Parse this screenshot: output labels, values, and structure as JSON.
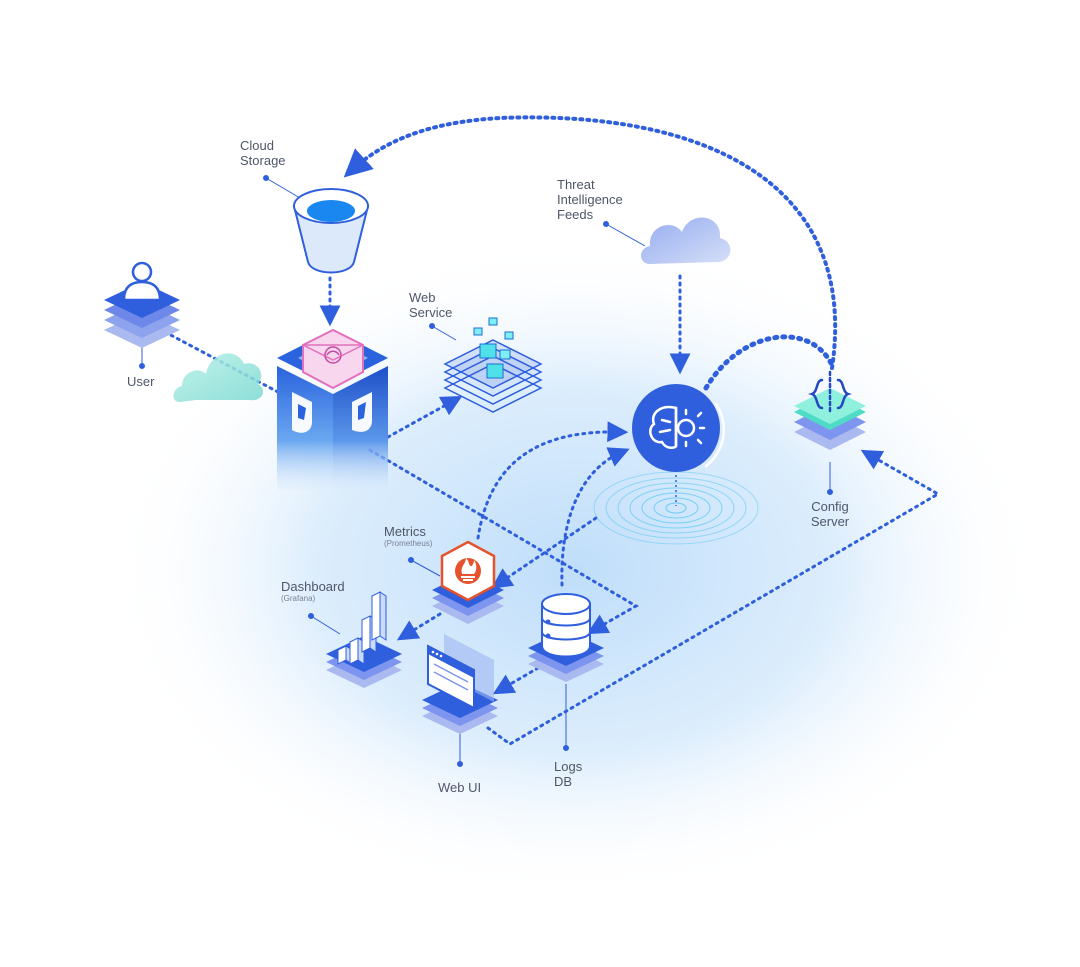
{
  "nodes": {
    "cloud_storage": {
      "label_line1": "Cloud",
      "label_line2": "Storage"
    },
    "threat_feeds": {
      "label_line1": "Threat",
      "label_line2": "Intelligence",
      "label_line3": "Feeds"
    },
    "web_service": {
      "label_line1": "Web",
      "label_line2": "Service"
    },
    "user": {
      "label": "User"
    },
    "metrics": {
      "label": "Metrics",
      "sublabel": "(Prometheus)"
    },
    "dashboard": {
      "label": "Dashboard",
      "sublabel": "(Grafana)"
    },
    "config_server": {
      "label_line1": "Config",
      "label_line2": "Server"
    },
    "web_ui": {
      "label": "Web UI"
    },
    "logs_db": {
      "label_line1": "Logs",
      "label_line2": "DB"
    }
  },
  "colors": {
    "primary_blue": "#2f5fdc",
    "deep_blue": "#2348c0",
    "light_blue": "#cfe3fb",
    "layer_blue": "#7d95ef",
    "accent_teal": "#7fe5d2",
    "accent_pink": "#ee86c6",
    "prometheus_orange": "#e6522c",
    "label_gray": "#4f5668"
  }
}
